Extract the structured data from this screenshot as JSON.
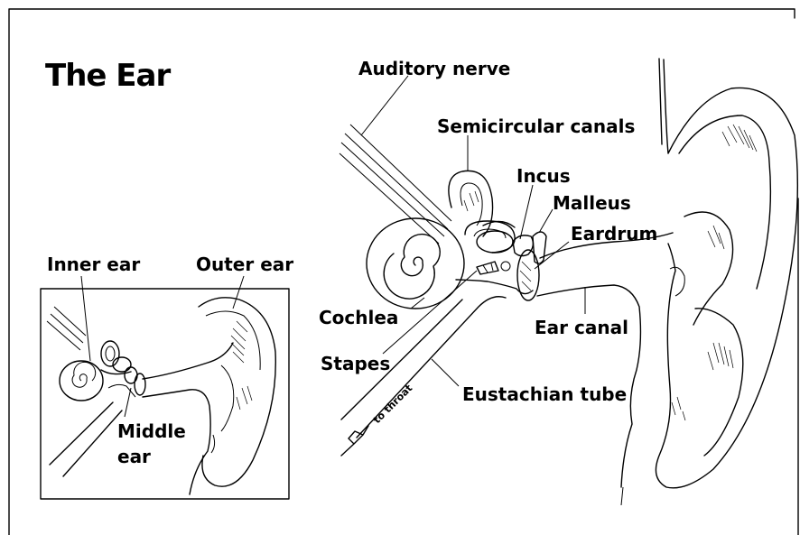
{
  "title": "The Ear",
  "inset": {
    "labels": {
      "inner_ear": "Inner ear",
      "outer_ear": "Outer ear",
      "middle_ear_line1": "Middle",
      "middle_ear_line2": "ear"
    }
  },
  "main": {
    "labels": {
      "auditory_nerve": "Auditory nerve",
      "semicircular_canals": "Semicircular canals",
      "incus": "Incus",
      "malleus": "Malleus",
      "eardrum": "Eardrum",
      "cochlea": "Cochlea",
      "ear_canal": "Ear canal",
      "stapes": "Stapes",
      "eustachian_tube": "Eustachian tube",
      "to_throat": "to throat"
    }
  }
}
